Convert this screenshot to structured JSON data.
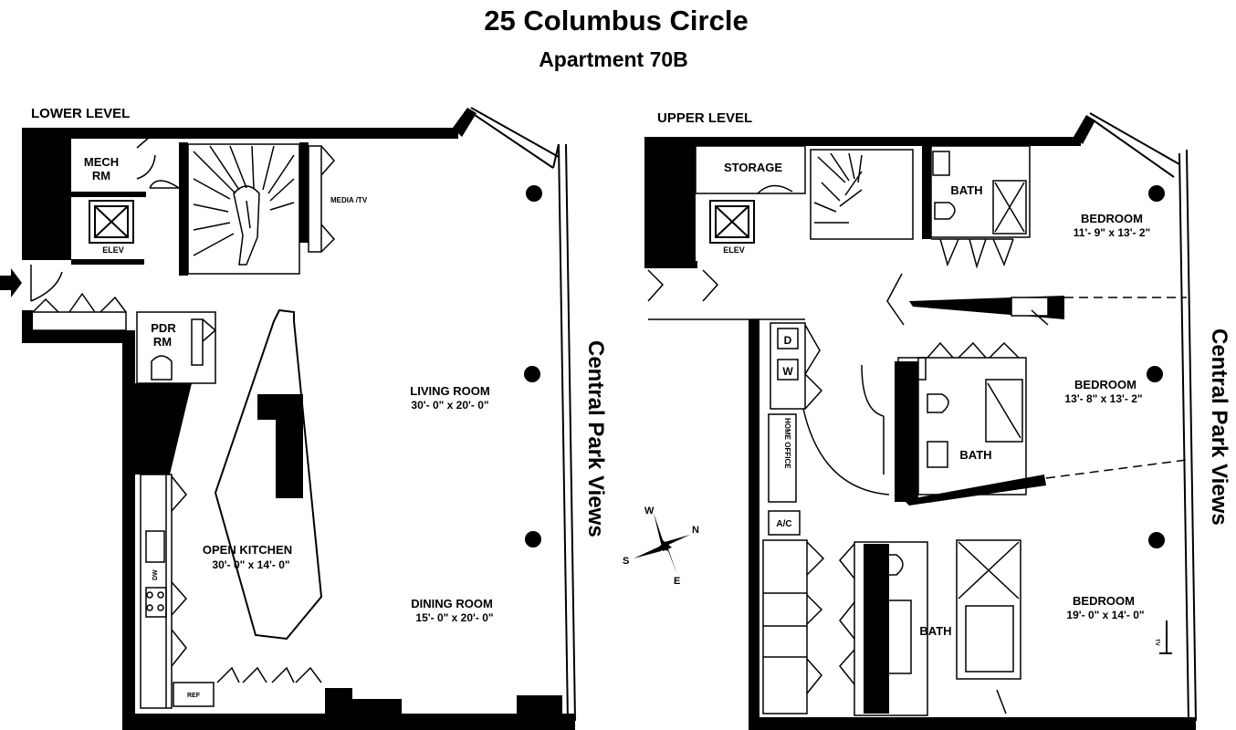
{
  "header": {
    "title": "25 Columbus Circle",
    "subtitle": "Apartment 70B"
  },
  "lower_level": {
    "label": "LOWER LEVEL",
    "rooms": {
      "mech": [
        "MECH",
        "RM"
      ],
      "elev": "ELEV",
      "media": "MEDIA /TV",
      "pdr": [
        "PDR",
        "RM"
      ],
      "living": {
        "name": "LIVING ROOM",
        "dims": "30'- 0\" x 20'- 0\""
      },
      "kitchen": {
        "name": "OPEN KITCHEN",
        "dims": "30'- 0\" x 14'- 0\""
      },
      "dining": {
        "name": "DINING ROOM",
        "dims": "15'- 0\" x 20'- 0\""
      },
      "dw": "DW",
      "ref": "REF"
    },
    "views_label": "Central Park Views"
  },
  "upper_level": {
    "label": "UPPER LEVEL",
    "rooms": {
      "storage": "STORAGE",
      "elev": "ELEV",
      "bath1": "BATH",
      "bedroom1": {
        "name": "BEDROOM",
        "dims": "11'- 9\" x 13'- 2\""
      },
      "washer": "W",
      "dryer": "D",
      "home_office": "HOME OFFICE",
      "ac": "A/C",
      "bedroom2": {
        "name": "BEDROOM",
        "dims": "13'- 8\" x 13'- 2\""
      },
      "bath2": "BATH",
      "bedroom3": {
        "name": "BEDROOM",
        "dims": "19'- 0\" x 14'- 0\""
      },
      "bath3": "BATH",
      "tv": "TV"
    },
    "views_label": "Central Park Views"
  },
  "compass": {
    "n": "N",
    "s": "S",
    "e": "E",
    "w": "W"
  }
}
